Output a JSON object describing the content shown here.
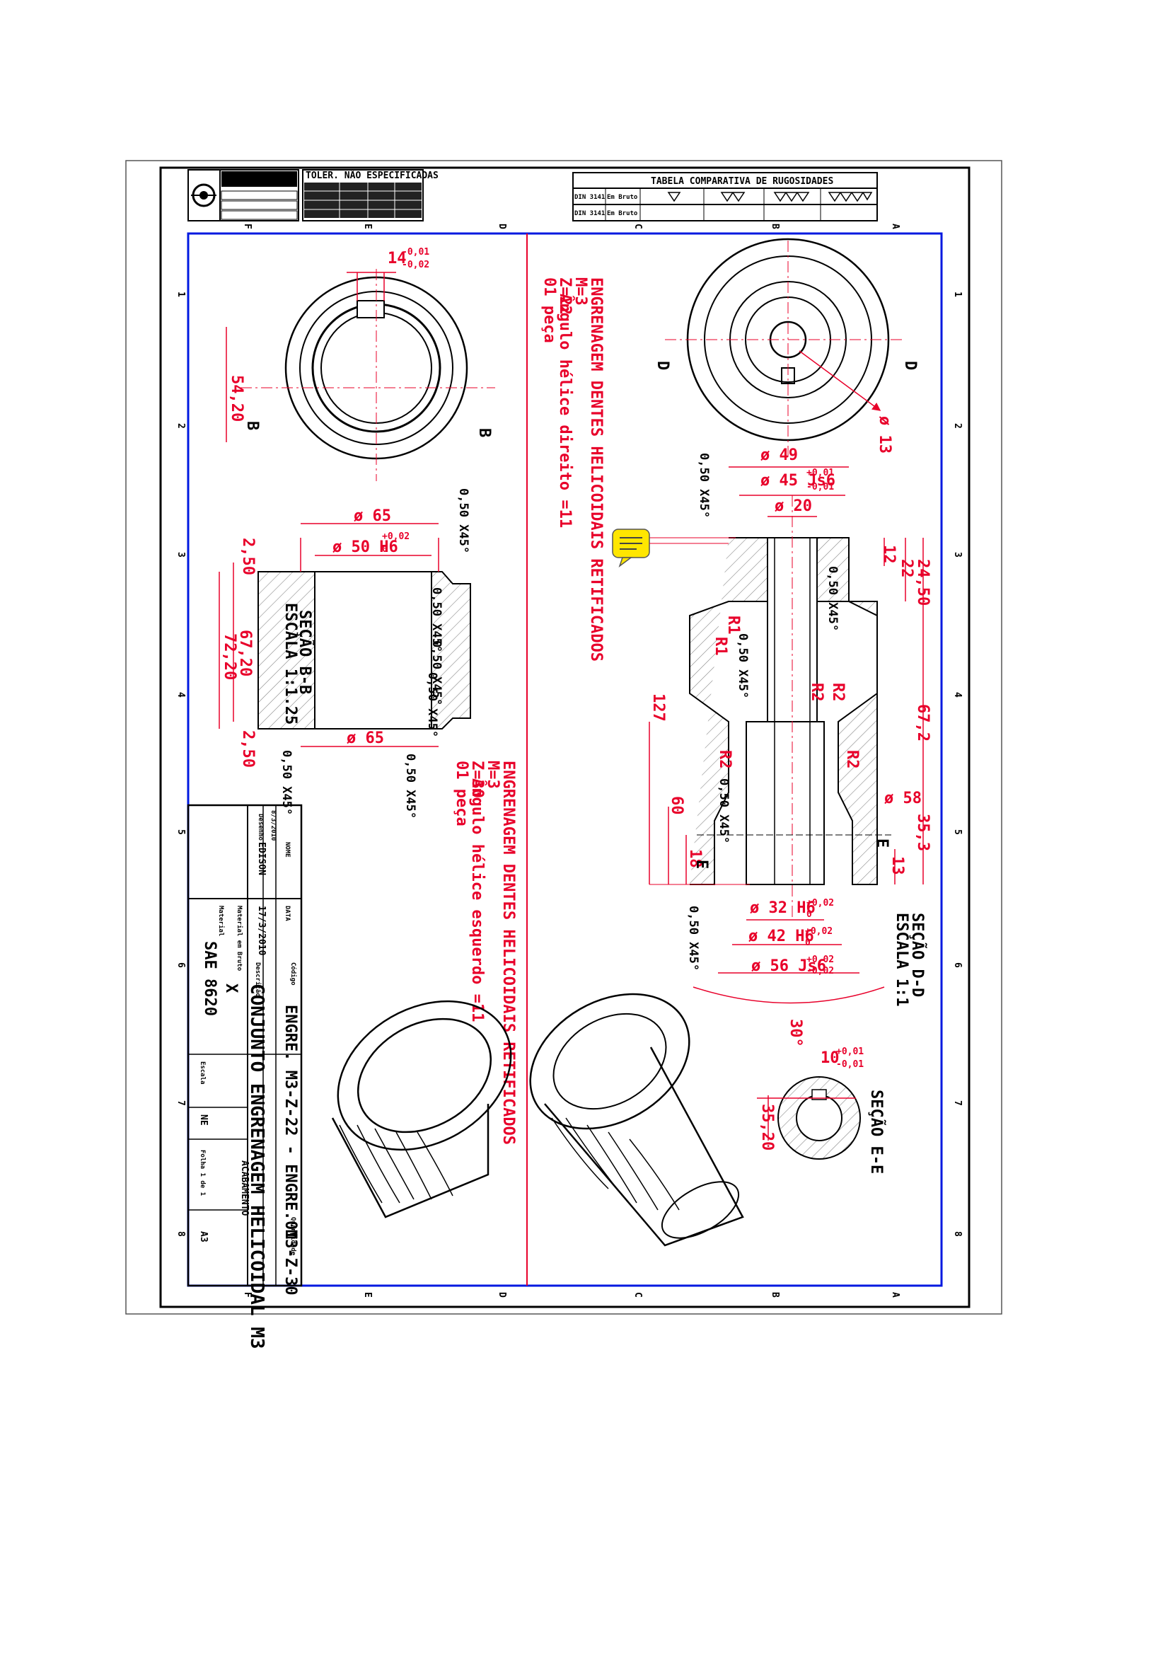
{
  "roughness_table": {
    "title": "TABELA COMPARATIVA DE RUGOSIDADES",
    "row1_label": "DIN 3141",
    "row1_first": "Em Bruto",
    "row2_label": "DIN 3141",
    "row2_first": "Em Bruto"
  },
  "tolerance_box": {
    "title": "TOLER. NÃO ESPECIFICADAS"
  },
  "gear_z22": {
    "note_line1": "ENGRENAGEM DENTES HELICOIDAIS RETIFICADOS",
    "note_line2": "M=3",
    "note_line3": "Z=22",
    "note_line4": "Ângulo hélice direito =11",
    "note_line5": "01 peça",
    "section_title": "SEÇÃO D-D",
    "section_scale": "ESCALA 1:1",
    "section_e_title": "SEÇÃO E-E",
    "dims": {
      "d49": "ø 49",
      "d45": "ø 45 Js6",
      "d45_tol_up": "+0,01",
      "d45_tol_lo": "-0,01",
      "d20": "ø 20",
      "d13": "ø 13",
      "d58": "ø 58",
      "d32": "ø 32 H6",
      "d32_tol_up": "+0,02",
      "d32_tol_lo": "0",
      "d42": "ø 42 H6",
      "d42_tol_up": "+0,02",
      "d42_tol_lo": "0",
      "d56": "ø 56 Js6",
      "d56_tol_up": "+0,02",
      "d56_tol_lo": "-0,02",
      "l12": "12",
      "l22": "22",
      "l2450": "24,50",
      "l672": "67,2",
      "l353": "35,3",
      "l13": "13",
      "l127": "127",
      "l60": "60",
      "l18": "18",
      "ang30": "30°",
      "r1a": "R1",
      "r1b": "R1",
      "r2a": "R2",
      "r2b": "R2",
      "r2c": "R2",
      "r2d": "R2",
      "chamfer1": "0,50 X45°",
      "chamfer2": "0,50 X45°",
      "chamfer3": "0,50 X45°",
      "chamfer4": "0,50 X45°",
      "chamfer5": "0,50 X45°",
      "key10": "10",
      "key10_up": "+0,01",
      "key10_lo": "-0,01",
      "key3520": "35,20"
    },
    "label_d": "D",
    "label_e": "E"
  },
  "gear_z30": {
    "note_line1": "ENGRENAGEM DENTES HELICOIDAIS RETIFICADOS",
    "note_line2": "M=3",
    "note_line3": "Z=30",
    "note_line4": "Ângulo hélice esquerdo =11",
    "note_line5": "01 peça",
    "section_title": "SEÇÃO B-B",
    "section_scale": "ESCALA 1:1.25",
    "dims": {
      "d65a": "ø 65",
      "d50": "ø 50 H6",
      "d50_up": "+0,02",
      "d50_lo": "0",
      "d65b": "ø 65",
      "l5420": "54,20",
      "l14": "14",
      "l14_up": "-0,01",
      "l14_lo": "-0,02",
      "l250a": "2,50",
      "l250b": "2,50",
      "l6720": "67,20",
      "l7220": "72,20",
      "chamfer1": "0,50 X45°",
      "chamfer2": "0,50 X45°",
      "chamfer3": "0,50 X45°",
      "chamfer4": "0,50 X45°",
      "chamfer5": "0,50 X45°",
      "chamfer6": "0,50 X45°"
    },
    "label_b": "B"
  },
  "title_block": {
    "name_label": "NOME",
    "date_label": "DATA",
    "drawn_label": "Desenho",
    "drawn_name": "EDISON",
    "drawn_date": "17/3/2010",
    "date2": "8/3/2010",
    "description_label": "Descrição",
    "description": "CONJUNTO ENGRENAGEM HELICOIDAL M3",
    "code_label": "Código",
    "code": "ENGRE. M3-Z-22 - ENGRE. M3-Z-30",
    "qty_label": "Quantidade",
    "qty": "01",
    "material_label": "Material",
    "material": "SAE 8620",
    "raw_label": "Material em Bruto",
    "raw": "X",
    "finish": "ACABAMENTO",
    "scale_label": "Escala",
    "scale": "NE",
    "sheet": "Folha 1 de 1",
    "format": "A3"
  },
  "grid": {
    "nums": [
      "1",
      "2",
      "3",
      "4",
      "5",
      "6",
      "7",
      "8"
    ],
    "letters": [
      "A",
      "B",
      "C",
      "D",
      "E",
      "F"
    ]
  },
  "colors": {
    "line": "#e8002a",
    "frame": "#0018e0",
    "ink": "#000000",
    "comment": "#ffe600"
  }
}
